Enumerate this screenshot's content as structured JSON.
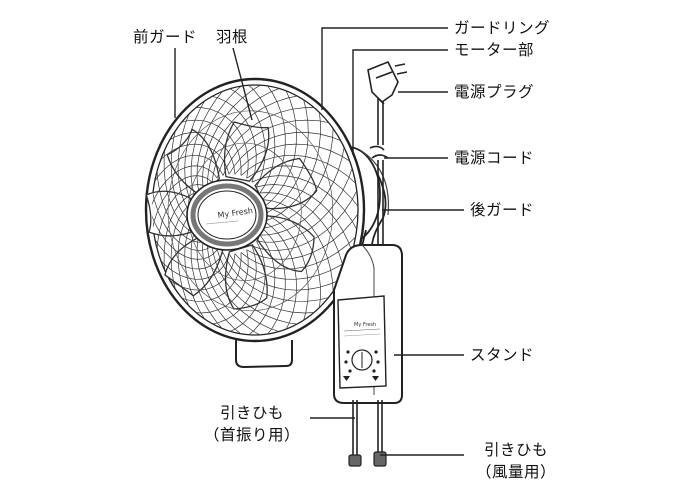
{
  "brand_text": "My Fresh",
  "panel_text": "My Fresh",
  "labels": {
    "front_guard": "前ガード",
    "blade": "羽根",
    "guard_ring": "ガードリング",
    "motor": "モーター部",
    "power_plug": "電源プラグ",
    "power_cord": "電源コード",
    "rear_guard": "後ガード",
    "stand": "スタンド",
    "pull_cord_swing": {
      "line1": "引きひも",
      "line2": "（首振り用）"
    },
    "pull_cord_speed": {
      "line1": "引きひも",
      "line2": "（風量用）"
    }
  }
}
